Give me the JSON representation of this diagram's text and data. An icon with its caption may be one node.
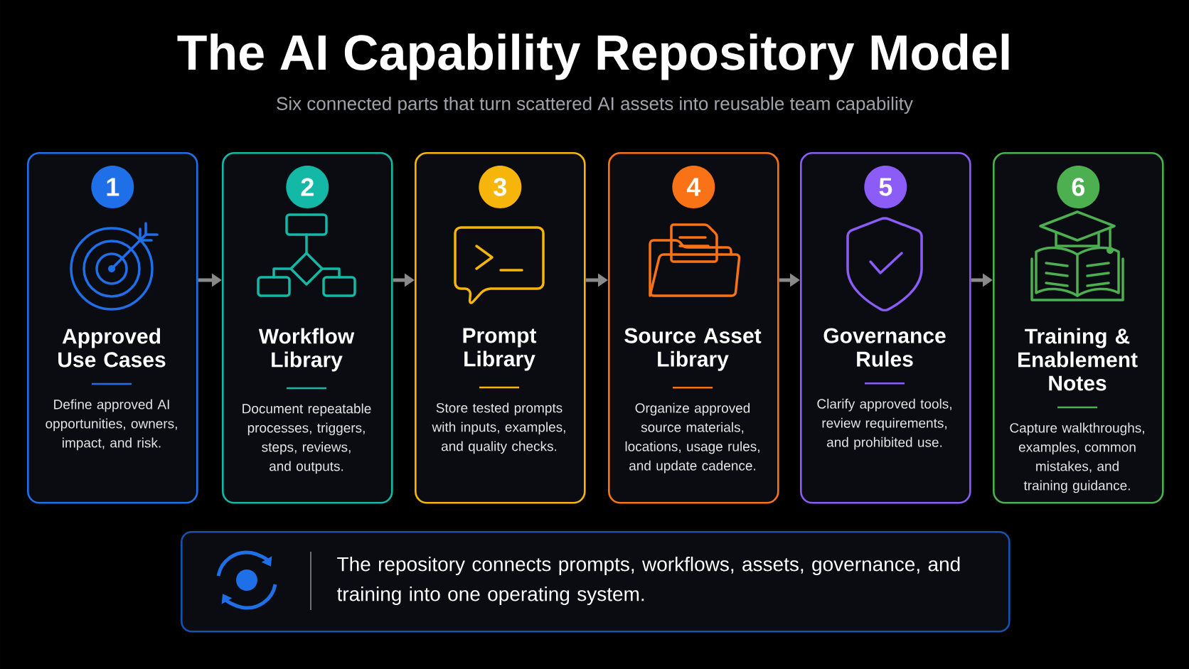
{
  "diagram": {
    "title": "The AI Capability Repository Model",
    "nodes": [
      {
        "text": [
          "Approved Use Cases",
          "Define approved AI opportunities, owners, impact, and risk."
        ]
      },
      {
        "text": [
          "1"
        ],
        "in": 0
      },
      {
        "text": [
          "Workflow Library",
          "Document repeatable processes, triggers, steps, reviews, and outputs."
        ]
      },
      {
        "text": [
          "2"
        ],
        "in": 2
      },
      {
        "text": [
          "Prompt Library",
          "Store tested prompts with inputs, examples, and quality checks."
        ]
      },
      {
        "text": [
          "3"
        ],
        "in": 4
      },
      {
        "text": [
          "Source Asset Library",
          "Organize approved source materials, locations, usage rules, and update cadence."
        ]
      },
      {
        "text": [
          "4"
        ],
        "in": 6
      },
      {
        "text": [
          "Governance Rules",
          "Clarify approved tools, review requirements, and prohibited use."
        ]
      },
      {
        "text": [
          "5"
        ],
        "in": 8
      },
      {
        "text": [
          "Training & Enablement Notes",
          "Capture walkthroughs, examples, common mistakes, and training guidance."
        ]
      },
      {
        "text": [
          "6"
        ],
        "in": 10
      },
      {
        "text": [
          "The repository connects prompts, workflows, assets, governance, and training into one operating system."
        ]
      }
    ],
    "edges": [
      {
        "from": 0,
        "to": 2,
        "arrow": "to"
      },
      {
        "from": 2,
        "to": 4,
        "arrow": "to"
      },
      {
        "from": 4,
        "to": 6,
        "arrow": "to"
      },
      {
        "from": 6,
        "to": 8,
        "arrow": "to"
      },
      {
        "from": 8,
        "to": 10,
        "arrow": "to"
      }
    ],
    "labels": [
      "Six connected parts that turn scattered AI assets into reusable team capability"
    ]
  }
}
